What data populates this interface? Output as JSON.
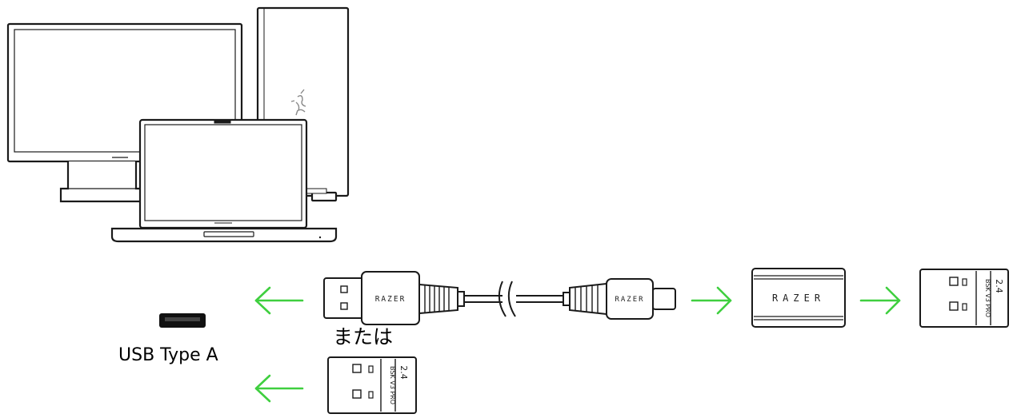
{
  "labels": {
    "usb_type": "USB Type A",
    "or_text": "または"
  },
  "brand": {
    "cable_plug": "RAZER",
    "cable_connector": "RAZER",
    "adapter": "RAZER"
  },
  "dongle": {
    "freq": "2.4",
    "model": "BSK V3 PRO"
  },
  "colors": {
    "arrow": "#3fcf3f",
    "line": "#1a1a1a"
  }
}
